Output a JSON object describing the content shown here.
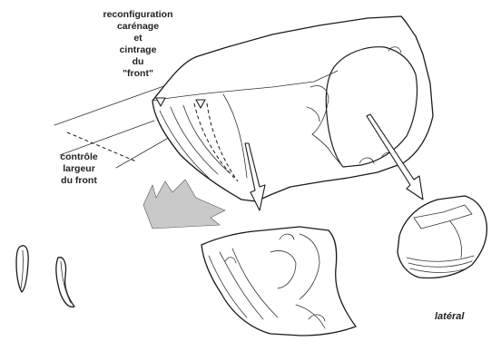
{
  "labels": {
    "reconfiguration": [
      "reconfiguration",
      "carénage",
      "et",
      "cintrage",
      "du",
      "\"front\""
    ],
    "controle": [
      "contrôle",
      "largeur",
      "du front"
    ],
    "lateral": "latéral"
  },
  "colors": {
    "ink": "#1a1a1a",
    "shade": "#c9c9c9",
    "background": "#ffffff"
  }
}
